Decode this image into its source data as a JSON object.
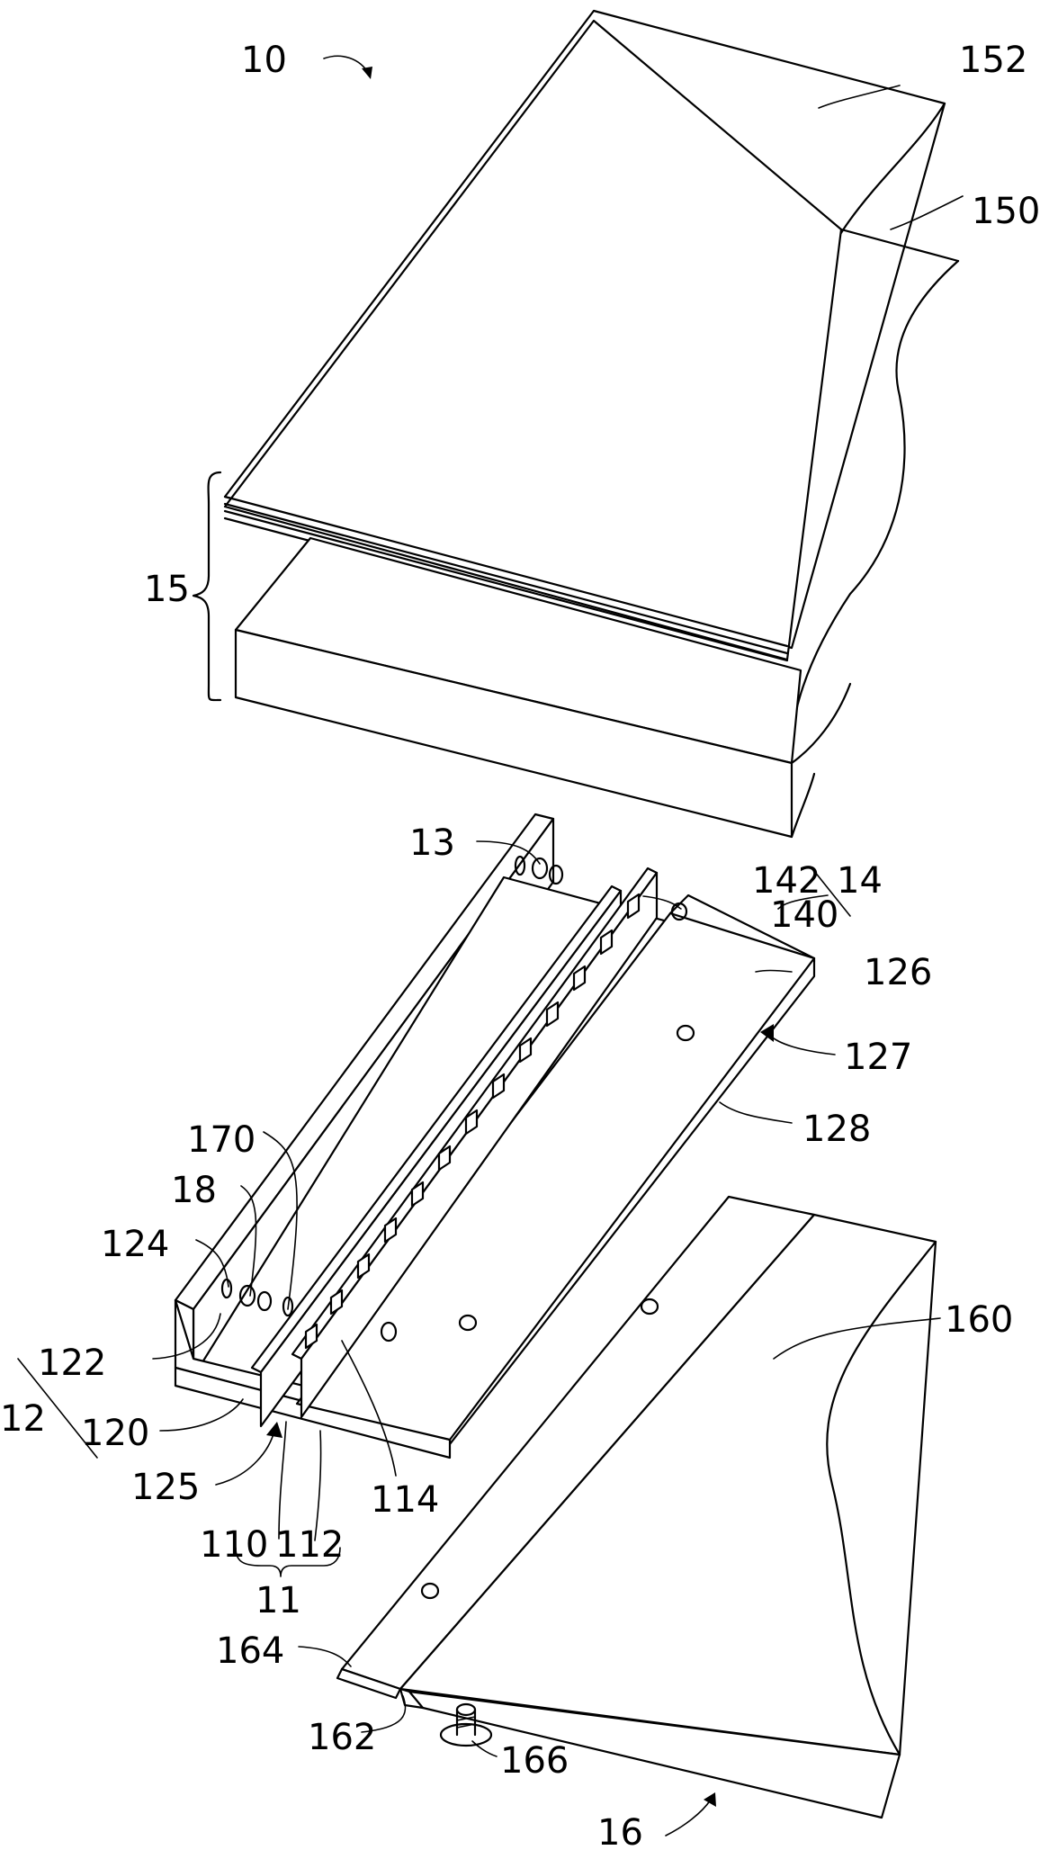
{
  "labels": {
    "l10": "10",
    "l152": "152",
    "l150": "150",
    "l15": "15",
    "l13": "13",
    "l142": "142",
    "l14": "14",
    "l140": "140",
    "l126": "126",
    "l127": "127",
    "l128": "128",
    "l170": "170",
    "l18": "18",
    "l124": "124",
    "l160": "160",
    "l122": "122",
    "l12": "12",
    "l120": "120",
    "l125": "125",
    "l114": "114",
    "l110": "110",
    "l112": "112",
    "l11": "11",
    "l164": "164",
    "l162": "162",
    "l166": "166",
    "l16": "16"
  }
}
